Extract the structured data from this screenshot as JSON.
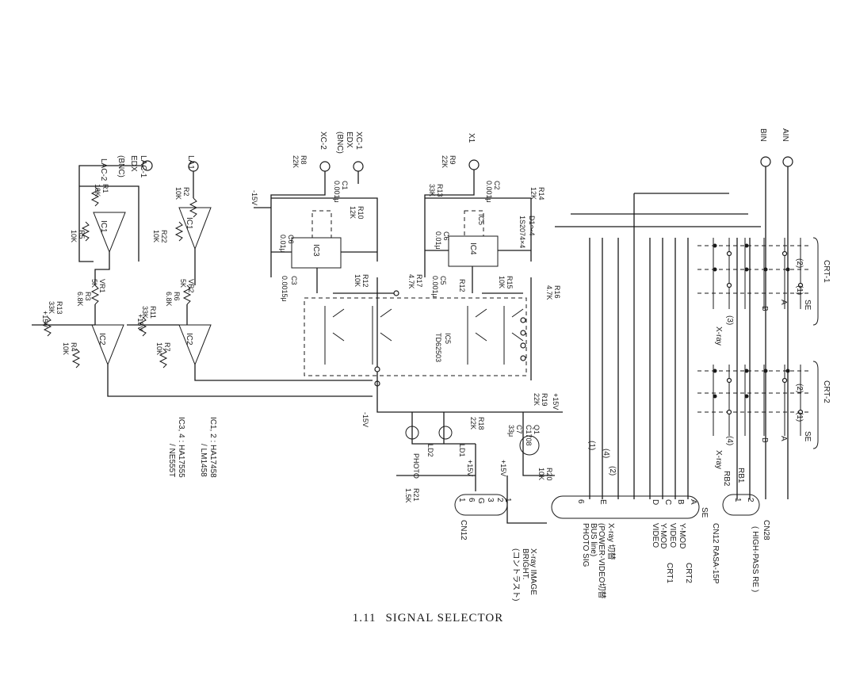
{
  "caption": {
    "number": "1.11",
    "title": "SIGNAL SELECTOR"
  },
  "inputs": {
    "lac1": "LAC-1",
    "edx_left": "EDX",
    "bnc_left": "(BNC)",
    "lac2": "LAC-2",
    "la1": "LA1",
    "xc1": "XC-1",
    "edx_mid": "EDX",
    "bnc_mid": "(BNC)",
    "xc2": "XC-2",
    "x1": "X1",
    "bin": "BIN",
    "ain": "AIN"
  },
  "components": {
    "ic1": "IC1",
    "ic2": "IC2",
    "ic3": "IC3",
    "ic4": "IC4",
    "ic5": "IC5",
    "r1": "R1",
    "r1v": "10K",
    "r2": "R2",
    "r2v": "10K",
    "r3": "R3",
    "r3v": "6.8K",
    "r4": "R4",
    "r4v": "10K",
    "r5": "R5",
    "r5v": "10K",
    "r6": "R6",
    "r6v": "6.8K",
    "r7": "R7",
    "r7v": "10K",
    "r8": "R8",
    "r8v": "22K",
    "r9": "R9",
    "r9v": "22K",
    "r10": "R10",
    "r10v": "12K",
    "r11": "R11",
    "r11v": "33K",
    "r12": "R12",
    "r12v": "10K",
    "r13l": "R13",
    "r13lv": "33K",
    "r13": "R13",
    "r13v": "33K",
    "r14": "R14",
    "r14v": "12K",
    "r15": "R15",
    "r15v": "10K",
    "r16": "R16",
    "r16v": "4.7K",
    "r17": "R17",
    "r17v": "4.7K",
    "r18": "R18",
    "r18v": "22K",
    "r19": "R19",
    "r19v": "22K",
    "r20": "R20",
    "r20v": "10K",
    "r21": "R21",
    "r21v": "1.5K",
    "r22": "R22",
    "r22v": "10K",
    "vr1": "VR1",
    "vr1v": "5K",
    "vr2": "VR2",
    "vr2v": "5K",
    "c1": "C1",
    "c1v": "0.001μ",
    "c2": "C2",
    "c2v": "0.001μ",
    "c3": "C3",
    "c3v": "0.0015μ",
    "c5": "C5",
    "c5v": "0.001μ",
    "c6l": "C6",
    "c6lv": "0.01μ",
    "c6": "C6",
    "c6v": "0.01μ",
    "d1": "D1〜4",
    "d1v": "1S2074×4",
    "ic5_label": "IC5",
    "ic5_part": "TD62503",
    "q1": "Q1",
    "q1v": "C1708",
    "c7": "C7",
    "c7v": "33μ",
    "ld1": "LD1",
    "ld2": "LD2",
    "photo": "PHOTO",
    "rb1": "RB1",
    "rb2": "RB2"
  },
  "supplies": {
    "p15_a": "+15V",
    "p15_b": "+15V",
    "p15_c": "+15V",
    "p15_d": "+15V",
    "p15_e": "+15V",
    "m15_a": "-15V",
    "m15_b": "-15V"
  },
  "notes": {
    "ic12": "IC1, 2 : HA17458",
    "ic12b": "/ LM1458",
    "ic34": "IC3, 4 : HA17555",
    "ic34b": "/ NE555T"
  },
  "connectors": {
    "cn12_left": "CN12",
    "cn12_right": "CN12  RASA-15P",
    "cn28": "CN28",
    "cn28_sub": "( HIGH-PASS RE )",
    "pins_left": [
      "1",
      "6",
      "G",
      "3",
      "2",
      "1"
    ],
    "pins_right": [
      "6",
      "E",
      "D",
      "C",
      "B",
      "A",
      "1",
      "2"
    ]
  },
  "signals": {
    "xray_image": "X-ray IMAGE",
    "bright": "BRIGHT.",
    "bright_sub": "(コントラスト)",
    "photo_sig": "PHOTO SIG",
    "bus_line": "BUS line)",
    "power_video": "(POWER-VIDEO切替",
    "xray_bus": "X-ray 切替",
    "video_crt1": "VIDEO",
    "crt1": "CRT1",
    "ymod1": "Y-MOD",
    "video_crt2": "VIDEO",
    "crt2": "CRT2",
    "ymod2": "Y-MOD",
    "se_pin": "SE"
  },
  "switches": {
    "crt1": "CRT-1",
    "crt2": "CRT-2",
    "se1": "SE",
    "se2": "SE",
    "a1": "A",
    "b1": "B",
    "a2": "A",
    "b2": "B",
    "pos1a": "(1)",
    "pos2a": "(2)",
    "pos3": "(3)",
    "pos4": "(4)",
    "pos1b": "(1)",
    "pos2b": "(2)",
    "xray1": "X-ray",
    "xray2": "X-ray",
    "pos1c": "(1)",
    "pos2c": "(2)",
    "pos4c": "(4)"
  }
}
